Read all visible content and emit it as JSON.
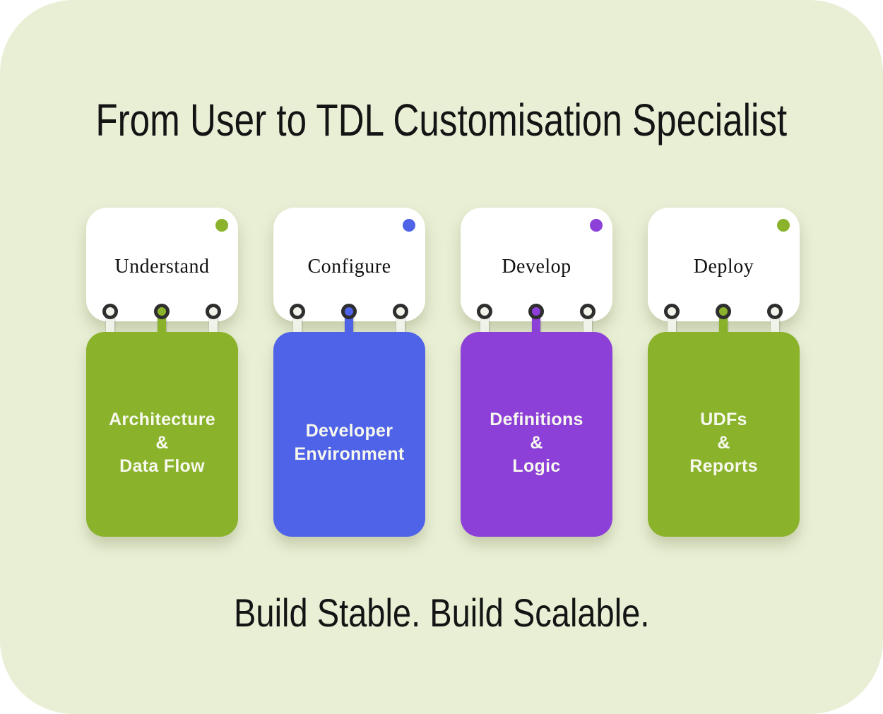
{
  "title": "From User to TDL Customisation Specialist",
  "tagline": "Build Stable. Build Scalable.",
  "colors": {
    "page_background": "#ffffff",
    "canvas_background": "#e9efd5",
    "card_background": "#ffffff",
    "heading_text": "#141414",
    "body_text": "#f7f8ee",
    "ring_outline": "#2e2e2e",
    "ring_strap_light": "#eff3e9",
    "green_accent": "#8ab32b",
    "blue_accent": "#4f63e8",
    "purple_accent": "#8c40d8"
  },
  "cards": [
    {
      "label": "Understand",
      "accent": "#8ab32b",
      "body_lines": [
        "Architecture",
        "&",
        "Data Flow"
      ]
    },
    {
      "label": "Configure",
      "accent": "#4f63e8",
      "body_lines": [
        "Developer",
        "Environment"
      ]
    },
    {
      "label": "Develop",
      "accent": "#8c40d8",
      "body_lines": [
        "Definitions",
        "&",
        "Logic"
      ]
    },
    {
      "label": "Deploy",
      "accent": "#8ab32b",
      "body_lines": [
        "UDFs",
        "&",
        "Reports"
      ]
    }
  ]
}
